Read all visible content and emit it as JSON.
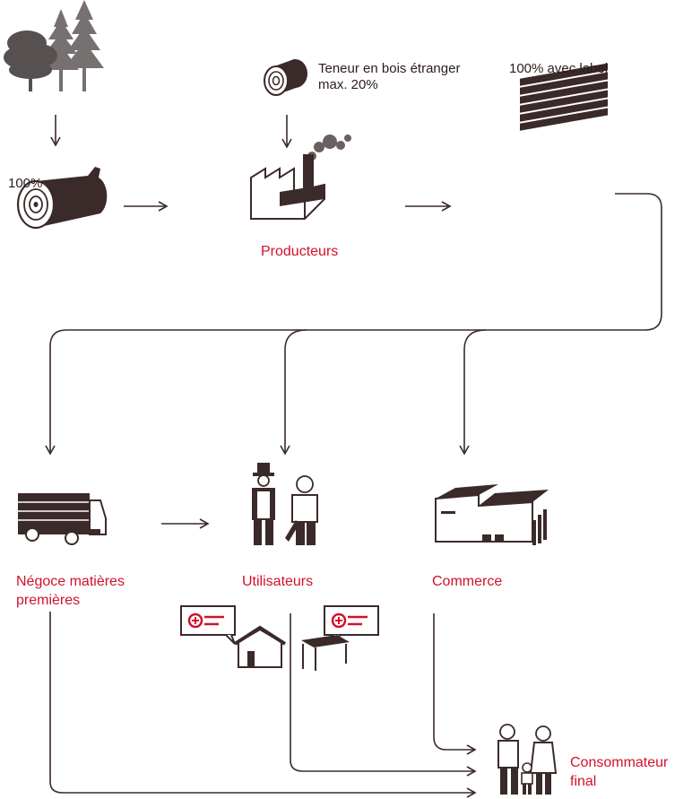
{
  "notes": {
    "foreign_wood": "Teneur en bois étranger max. 20%",
    "label_share": "100% avec label",
    "log_share": "100%"
  },
  "nodes": {
    "producers": "Producteurs",
    "raw_trade": "Négoce matières premières",
    "users": "Utilisateurs",
    "commerce": "Commerce",
    "consumer": "Consommateur final"
  },
  "colors": {
    "ink": "#3b2a2a",
    "accent": "#d2112c",
    "forest": "#6b5f5f"
  }
}
